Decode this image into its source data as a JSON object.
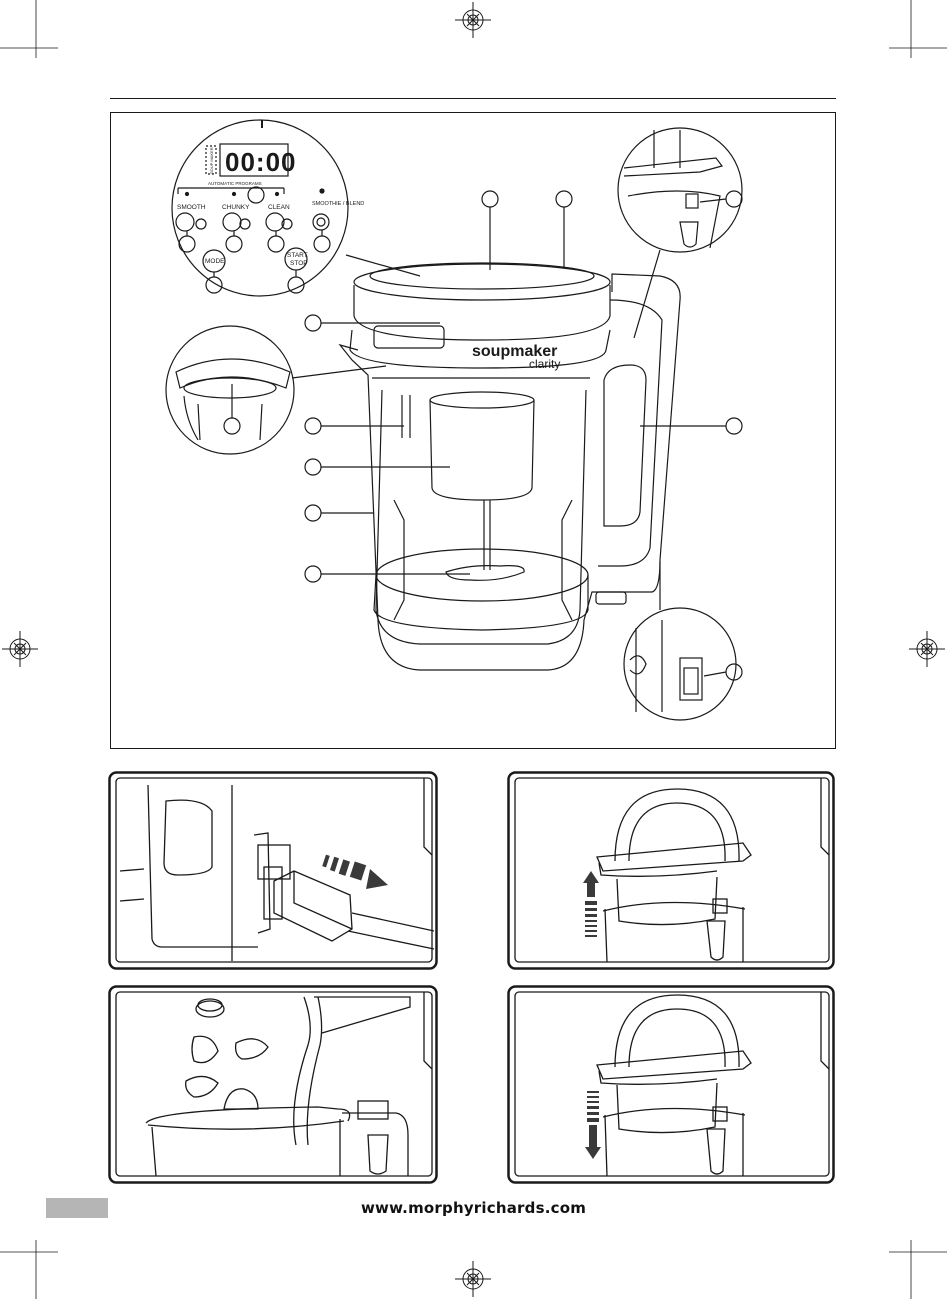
{
  "page": {
    "website": "www.morphyrichards.com"
  },
  "control_panel": {
    "display_time": "00:00",
    "auto_program_label": "AUTOMATIC PROGRAMS",
    "side_label": "SOUP MAKER",
    "programs": [
      {
        "label": "SMOOTH"
      },
      {
        "label": "CHUNKY"
      },
      {
        "label": "CLEAN"
      },
      {
        "label": "SMOOTHIE / BLEND"
      }
    ],
    "mode_button": "MODE",
    "start_button_line1": "START",
    "start_button_line2": "STOP"
  },
  "product_branding": {
    "brand": "soupmaker",
    "model": "clarity"
  },
  "colors": {
    "line": "#1a1a1a",
    "grey_box": "#b5b5b5",
    "arrow_fill": "#3a3a3a"
  },
  "panels": [
    {
      "content": "plug-into-appliance",
      "icon": "plug-arrow-right"
    },
    {
      "content": "lift-lid-off",
      "icon": "arrow-up"
    },
    {
      "content": "add-ingredients-and-liquid",
      "icon": "vegetables"
    },
    {
      "content": "lower-lid-on",
      "icon": "arrow-down"
    }
  ]
}
